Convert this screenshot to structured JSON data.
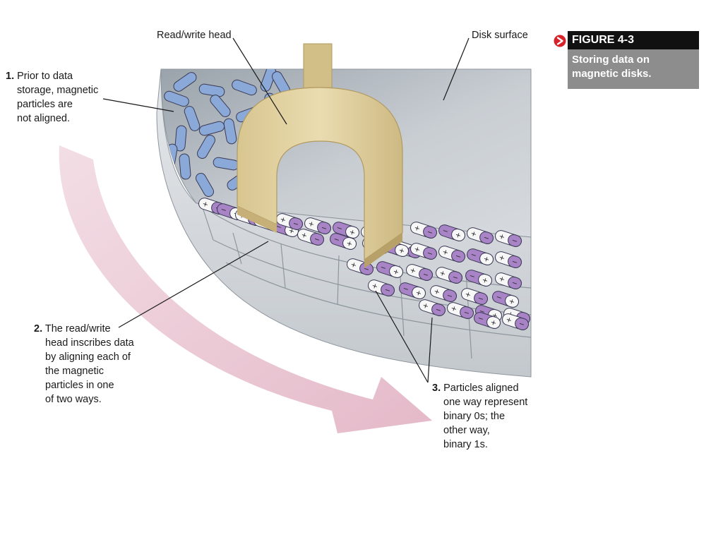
{
  "figure": {
    "number": "FIGURE 4-3",
    "caption_line1": "Storing data on",
    "caption_line2": "magnetic disks.",
    "accent_color": "#d8222a"
  },
  "labels": {
    "head": "Read/write head",
    "disk": "Disk surface",
    "step1": {
      "number": "1.",
      "lines": [
        "Prior to data",
        "storage, magnetic",
        "particles are",
        "not aligned."
      ]
    },
    "step2": {
      "number": "2.",
      "lines": [
        "The read/write",
        "head inscribes data",
        "by aligning each of",
        "the magnetic",
        "particles in one",
        "of two ways."
      ]
    },
    "step3": {
      "number": "3.",
      "lines": [
        "Particles aligned",
        "one way represent",
        "binary 0s; the",
        "other way,",
        "binary 1s."
      ]
    }
  },
  "particle_signs": {
    "plus": "+",
    "minus": "−"
  },
  "colors": {
    "unaligned_particle": "#8aa9d8",
    "aligned_particle": "#a884c6",
    "head": "#e3d3a4",
    "disk_surface": "#c9ced3",
    "rotation_arrow": "#e6bccb"
  }
}
